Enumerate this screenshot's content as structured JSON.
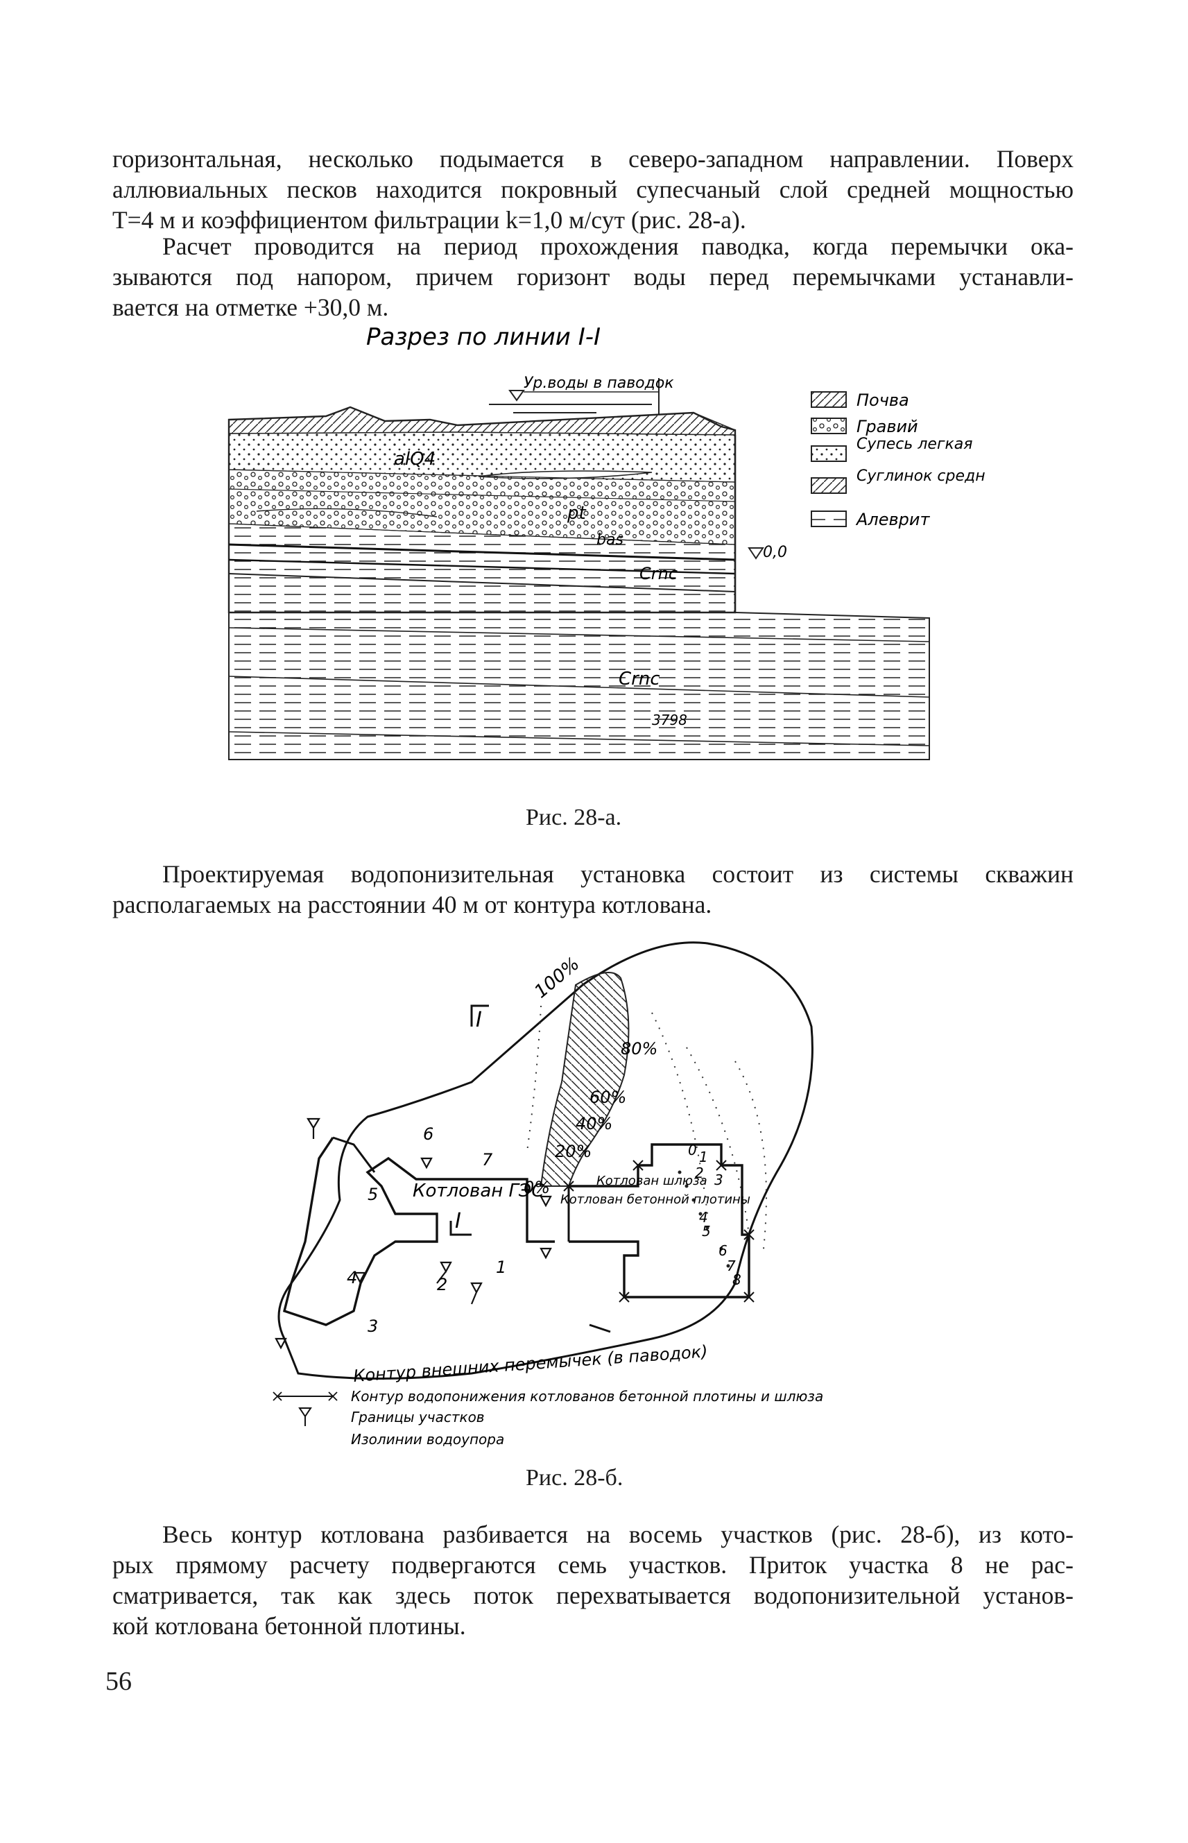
{
  "top_paragraph": {
    "lines": [
      "горизонтальная, несколько подымается в северо-западном направлении. Поверх",
      "аллювиальных песков находится покровный супесчаный слой средней мощностью",
      "T=4 м и коэффициентом фильтрации k=1,0 м/сут (рис. 28-а)."
    ]
  },
  "second_paragraph": {
    "lines": [
      "Расчет проводится на период прохождения паводка, когда перемычки ока-",
      "зываются под напором, причем горизонт воды перед перемычками устанавли-",
      "вается на отметке +30,0 м."
    ]
  },
  "figure_a": {
    "title": "Разрез по линии I-I",
    "water_label": "Ур.воды в паводок",
    "layer_labels": [
      "alQ4",
      "pt",
      "bas",
      "Crnc",
      "Crnc",
      "3798"
    ],
    "zero_mark": "0,0",
    "legend": [
      {
        "label": "Почва"
      },
      {
        "label": "Гравий"
      },
      {
        "label": "Супесь легкая"
      },
      {
        "label": "Суглинок средний"
      },
      {
        "label": "Алеврит"
      }
    ],
    "caption": "Рис. 28-а."
  },
  "middle_paragraph": {
    "lines": [
      "Проектируемая водопонизительная установка состоит из системы скважин",
      "располагаемых на расстоянии 40 м от контура котлована."
    ]
  },
  "figure_b": {
    "percent_labels": [
      "100%",
      "80%",
      "60%",
      "40%",
      "20%",
      "0%"
    ],
    "section_marks": [
      "I",
      "I"
    ],
    "pit_labels": [
      "Котлован ГЭС",
      "Котлован бетонной плотины",
      "Котлован шлюза"
    ],
    "section_numbers": [
      "1",
      "2",
      "3",
      "4",
      "5",
      "6",
      "7"
    ],
    "well_numbers": [
      "0",
      "1",
      "2",
      "3",
      "4",
      "5",
      "6",
      "7",
      "8"
    ],
    "outer_contour_label": "Контур внешних перемычек (в паводок)",
    "legend": [
      {
        "label": "Контур водопонижения котлованов бетонной плотины и шлюза"
      },
      {
        "label": "Границы участков"
      },
      {
        "label": "Изолинии водоупора"
      }
    ],
    "caption": "Рис. 28-б."
  },
  "bottom_paragraph": {
    "lines": [
      "Весь контур котлована разбивается на восемь участков (рис. 28-б), из кото-",
      "рых прямому расчету подвергаются семь участков. Приток участка 8 не рас-",
      "сматривается, так как здесь поток перехватывается водопонизительной установ-",
      "кой котлована бетонной плотины."
    ]
  },
  "page_number": "56"
}
